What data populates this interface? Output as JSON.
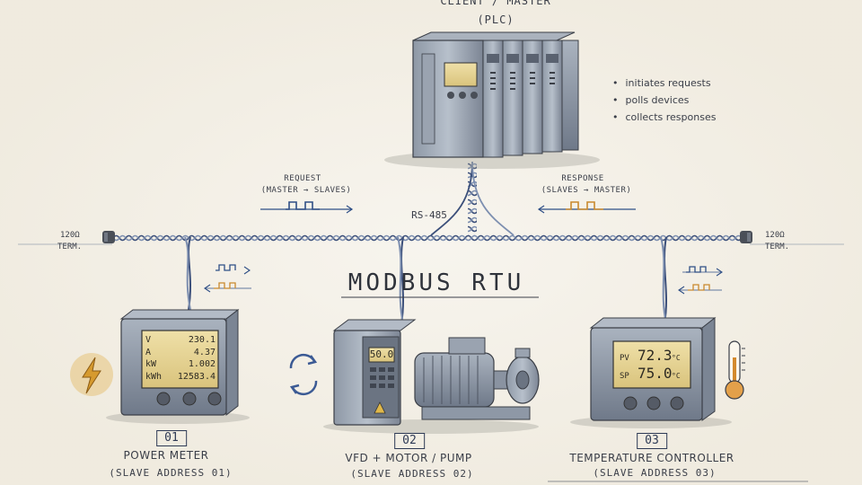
{
  "master": {
    "title": "CLIENT / MASTER",
    "subtitle": "(PLC)",
    "bullets": [
      "initiates requests",
      "polls devices",
      "collects responses"
    ]
  },
  "request": {
    "label": "REQUEST",
    "sub": "(MASTER → SLAVES)"
  },
  "response": {
    "label": "RESPONSE",
    "sub": "(SLAVES → MASTER)"
  },
  "bus": {
    "label": "RS-485",
    "term_left": "120Ω",
    "term_left2": "TERM.",
    "term_right": "120Ω",
    "term_right2": "TERM."
  },
  "protocol_title": "MODBUS RTU",
  "devices": [
    {
      "address_box": "01",
      "name": "POWER METER",
      "address_label": "(SLAVE ADDRESS 01)",
      "readings": [
        {
          "unit": "V",
          "value": "230.1"
        },
        {
          "unit": "A",
          "value": "4.37"
        },
        {
          "unit": "kW",
          "value": "1.002"
        },
        {
          "unit": "kWh",
          "value": "12583.4"
        }
      ]
    },
    {
      "address_box": "02",
      "name": "VFD + MOTOR / PUMP",
      "address_label": "(SLAVE ADDRESS 02)",
      "display": "50.0"
    },
    {
      "address_box": "03",
      "name": "TEMPERATURE CONTROLLER",
      "address_label": "(SLAVE ADDRESS 03)",
      "readings": [
        {
          "unit": "PV",
          "value": "72.3",
          "suffix": "°C"
        },
        {
          "unit": "SP",
          "value": "75.0",
          "suffix": "°C"
        }
      ]
    }
  ],
  "colors": {
    "request": "#2f4f86",
    "response": "#c9892e",
    "wire": "#3b4f7a",
    "ink": "#3a3e48"
  }
}
